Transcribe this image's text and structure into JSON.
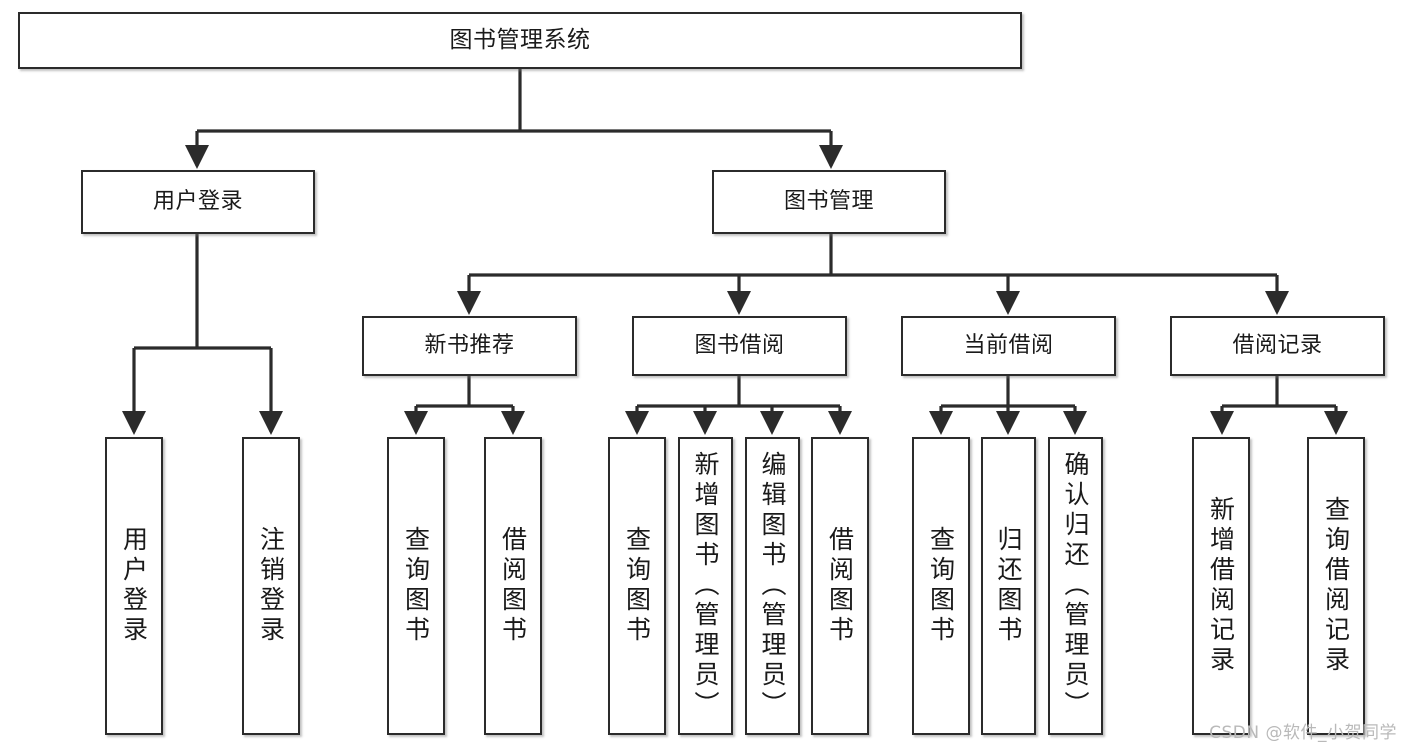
{
  "diagram": {
    "title": "图书管理系统",
    "watermark": "CSDN @软件_小贺同学",
    "style": {
      "box_fill": "#ffffff",
      "box_stroke": "#2b2b2b",
      "line_color": "#2b2b2b",
      "text_color": "#1a1a1a",
      "watermark_color": "#b9b9b9",
      "background": "#ffffff"
    },
    "nodes": {
      "root": {
        "label": "图书管理系统",
        "level": 1,
        "orientation": "horizontal"
      },
      "user_login": {
        "label": "用户登录",
        "level": 2,
        "orientation": "horizontal"
      },
      "book_manage": {
        "label": "图书管理",
        "level": 2,
        "orientation": "horizontal"
      },
      "new_book_rec": {
        "label": "新书推荐",
        "level": 3,
        "orientation": "horizontal"
      },
      "book_borrow": {
        "label": "图书借阅",
        "level": 3,
        "orientation": "horizontal"
      },
      "current_borrow": {
        "label": "当前借阅",
        "level": 3,
        "orientation": "horizontal"
      },
      "borrow_record": {
        "label": "借阅记录",
        "level": 3,
        "orientation": "horizontal"
      },
      "leaf_user_login": {
        "label": "用户登录",
        "level": 4,
        "orientation": "vertical"
      },
      "leaf_logout": {
        "label": "注销登录",
        "level": 4,
        "orientation": "vertical"
      },
      "leaf_query_book_a": {
        "label": "查询图书",
        "level": 4,
        "orientation": "vertical"
      },
      "leaf_borrow_book_a": {
        "label": "借阅图书",
        "level": 4,
        "orientation": "vertical"
      },
      "leaf_query_book_b": {
        "label": "查询图书",
        "level": 4,
        "orientation": "vertical"
      },
      "leaf_add_book": {
        "label": "新增图书（管理员）",
        "level": 4,
        "orientation": "vertical"
      },
      "leaf_edit_book": {
        "label": "编辑图书（管理员）",
        "level": 4,
        "orientation": "vertical"
      },
      "leaf_borrow_book_b": {
        "label": "借阅图书",
        "level": 4,
        "orientation": "vertical"
      },
      "leaf_query_book_c": {
        "label": "查询图书",
        "level": 4,
        "orientation": "vertical"
      },
      "leaf_return_book": {
        "label": "归还图书",
        "level": 4,
        "orientation": "vertical"
      },
      "leaf_confirm_return": {
        "label": "确认归还（管理员）",
        "level": 4,
        "orientation": "vertical"
      },
      "leaf_add_record": {
        "label": "新增借阅记录",
        "level": 4,
        "orientation": "vertical"
      },
      "leaf_query_record": {
        "label": "查询借阅记录",
        "level": 4,
        "orientation": "vertical"
      }
    },
    "edges": [
      {
        "from": "root",
        "to": "user_login"
      },
      {
        "from": "root",
        "to": "book_manage"
      },
      {
        "from": "user_login",
        "to": "leaf_user_login"
      },
      {
        "from": "user_login",
        "to": "leaf_logout"
      },
      {
        "from": "book_manage",
        "to": "new_book_rec"
      },
      {
        "from": "book_manage",
        "to": "book_borrow"
      },
      {
        "from": "book_manage",
        "to": "current_borrow"
      },
      {
        "from": "book_manage",
        "to": "borrow_record"
      },
      {
        "from": "new_book_rec",
        "to": "leaf_query_book_a"
      },
      {
        "from": "new_book_rec",
        "to": "leaf_borrow_book_a"
      },
      {
        "from": "book_borrow",
        "to": "leaf_query_book_b"
      },
      {
        "from": "book_borrow",
        "to": "leaf_add_book"
      },
      {
        "from": "book_borrow",
        "to": "leaf_edit_book"
      },
      {
        "from": "book_borrow",
        "to": "leaf_borrow_book_b"
      },
      {
        "from": "current_borrow",
        "to": "leaf_query_book_c"
      },
      {
        "from": "current_borrow",
        "to": "leaf_return_book"
      },
      {
        "from": "current_borrow",
        "to": "leaf_confirm_return"
      },
      {
        "from": "borrow_record",
        "to": "leaf_add_record"
      },
      {
        "from": "borrow_record",
        "to": "leaf_query_record"
      }
    ]
  }
}
